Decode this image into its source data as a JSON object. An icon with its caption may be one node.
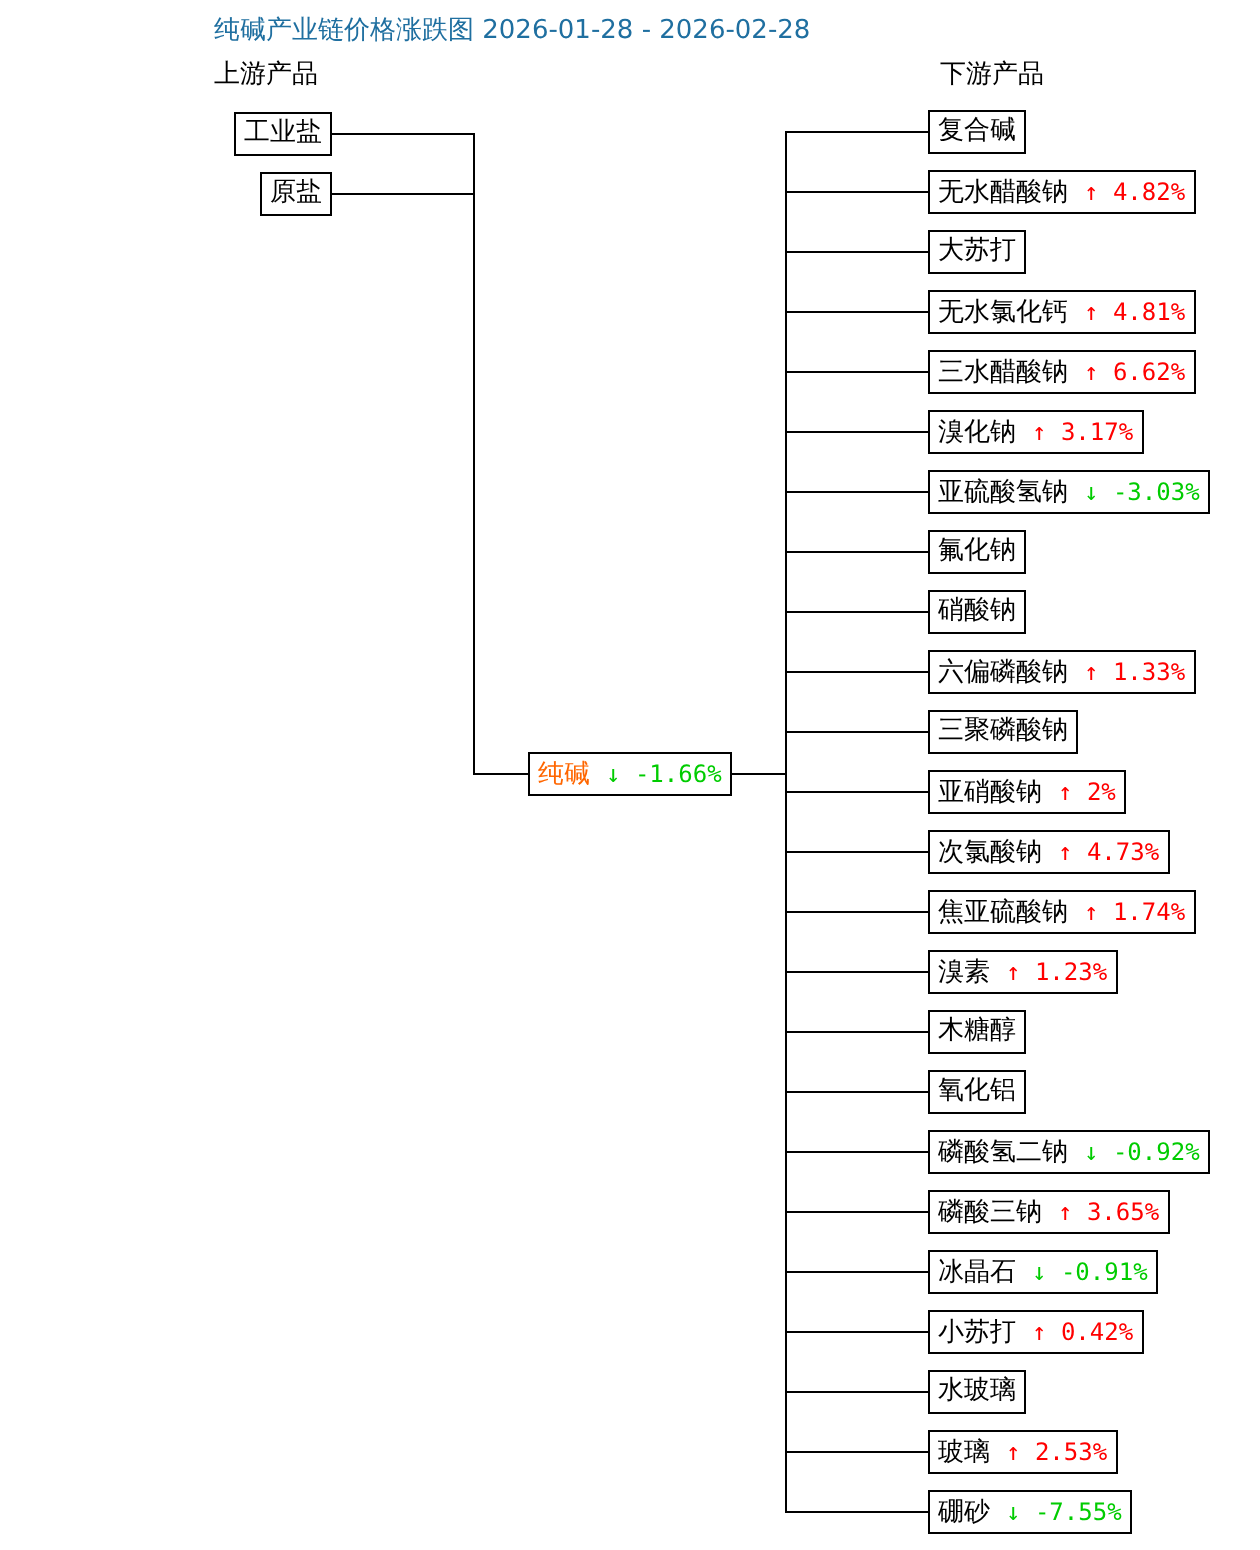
{
  "diagram": {
    "title": "纯碱产业链价格涨跌图 2026-01-28 - 2026-02-28",
    "nodes": [
      {
        "text": [
          "工业盐"
        ]
      },
      {
        "text": [
          "原盐"
        ]
      },
      {
        "text": [
          "纯碱",
          "↓ -1.66%"
        ]
      },
      {
        "text": [
          "复合碱"
        ]
      },
      {
        "text": [
          "无水醋酸钠",
          "↑ 4.82%"
        ]
      },
      {
        "text": [
          "大苏打"
        ]
      },
      {
        "text": [
          "无水氯化钙",
          "↑ 4.81%"
        ]
      },
      {
        "text": [
          "三水醋酸钠",
          "↑ 6.62%"
        ]
      },
      {
        "text": [
          "溴化钠",
          "↑ 3.17%"
        ]
      },
      {
        "text": [
          "亚硫酸氢钠",
          "↓ -3.03%"
        ]
      },
      {
        "text": [
          "氟化钠"
        ]
      },
      {
        "text": [
          "硝酸钠"
        ]
      },
      {
        "text": [
          "六偏磷酸钠",
          "↑ 1.33%"
        ]
      },
      {
        "text": [
          "三聚磷酸钠"
        ]
      },
      {
        "text": [
          "亚硝酸钠",
          "↑ 2%"
        ]
      },
      {
        "text": [
          "次氯酸钠",
          "↑ 4.73%"
        ]
      },
      {
        "text": [
          "焦亚硫酸钠",
          "↑ 1.74%"
        ]
      },
      {
        "text": [
          "溴素",
          "↑ 1.23%"
        ]
      },
      {
        "text": [
          "木糖醇"
        ]
      },
      {
        "text": [
          "氧化铝"
        ]
      },
      {
        "text": [
          "磷酸氢二钠",
          "↓ -0.92%"
        ]
      },
      {
        "text": [
          "磷酸三钠",
          "↑ 3.65%"
        ]
      },
      {
        "text": [
          "冰晶石",
          "↓ -0.91%"
        ]
      },
      {
        "text": [
          "小苏打",
          "↑ 0.42%"
        ]
      },
      {
        "text": [
          "水玻璃"
        ]
      },
      {
        "text": [
          "玻璃",
          "↑ 2.53%"
        ]
      },
      {
        "text": [
          "硼砂",
          "↓ -7.55%"
        ]
      }
    ],
    "edges": [
      {
        "from": 0,
        "to": 2,
        "arrow": "none"
      },
      {
        "from": 1,
        "to": 2,
        "arrow": "none"
      },
      {
        "from": 2,
        "to": 3,
        "arrow": "none"
      },
      {
        "from": 2,
        "to": 4,
        "arrow": "none"
      },
      {
        "from": 2,
        "to": 5,
        "arrow": "none"
      },
      {
        "from": 2,
        "to": 6,
        "arrow": "none"
      },
      {
        "from": 2,
        "to": 7,
        "arrow": "none"
      },
      {
        "from": 2,
        "to": 8,
        "arrow": "none"
      },
      {
        "from": 2,
        "to": 9,
        "arrow": "none"
      },
      {
        "from": 2,
        "to": 10,
        "arrow": "none"
      },
      {
        "from": 2,
        "to": 11,
        "arrow": "none"
      },
      {
        "from": 2,
        "to": 12,
        "arrow": "none"
      },
      {
        "from": 2,
        "to": 13,
        "arrow": "none"
      },
      {
        "from": 2,
        "to": 14,
        "arrow": "none"
      },
      {
        "from": 2,
        "to": 15,
        "arrow": "none"
      },
      {
        "from": 2,
        "to": 16,
        "arrow": "none"
      },
      {
        "from": 2,
        "to": 17,
        "arrow": "none"
      },
      {
        "from": 2,
        "to": 18,
        "arrow": "none"
      },
      {
        "from": 2,
        "to": 19,
        "arrow": "none"
      },
      {
        "from": 2,
        "to": 20,
        "arrow": "none"
      },
      {
        "from": 2,
        "to": 21,
        "arrow": "none"
      },
      {
        "from": 2,
        "to": 22,
        "arrow": "none"
      },
      {
        "from": 2,
        "to": 23,
        "arrow": "none"
      },
      {
        "from": 2,
        "to": 24,
        "arrow": "none"
      },
      {
        "from": 2,
        "to": 25,
        "arrow": "none"
      },
      {
        "from": 2,
        "to": 26,
        "arrow": "none"
      }
    ],
    "labels": [
      "上游产品",
      "下游产品"
    ]
  }
}
